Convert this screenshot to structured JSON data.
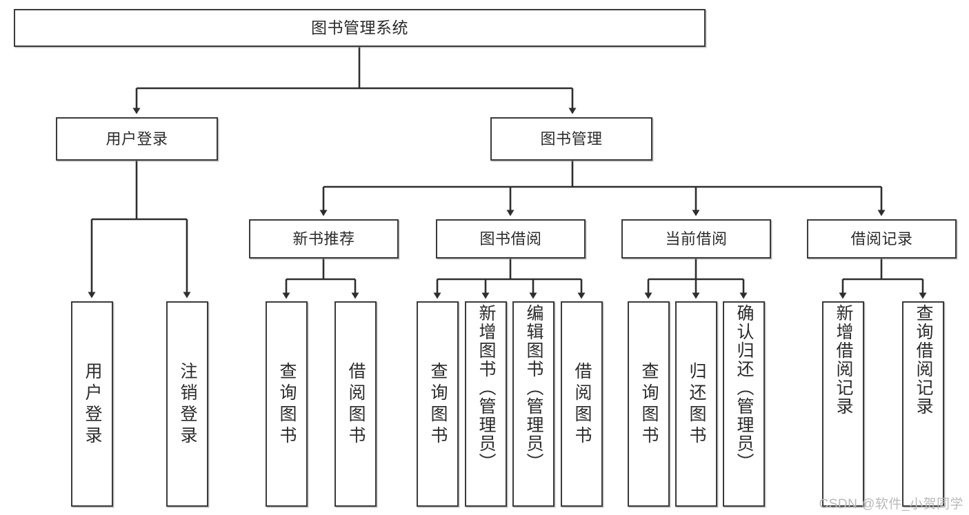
{
  "diagram": {
    "type": "tree-hierarchy-chart",
    "title": "图书管理系统",
    "root": {
      "id": "root",
      "label": "图书管理系统"
    },
    "level2": [
      {
        "id": "user-login",
        "label": "用户登录"
      },
      {
        "id": "book-management",
        "label": "图书管理"
      }
    ],
    "level3": [
      {
        "id": "new-book-recommend",
        "label": "新书推荐",
        "parent": "book-management"
      },
      {
        "id": "book-borrow",
        "label": "图书借阅",
        "parent": "book-management"
      },
      {
        "id": "current-borrow",
        "label": "当前借阅",
        "parent": "book-management"
      },
      {
        "id": "borrow-record",
        "label": "借阅记录",
        "parent": "book-management"
      }
    ],
    "leaves": {
      "user_login": [
        {
          "id": "leaf-user-login",
          "label": "用户登录"
        },
        {
          "id": "leaf-logout-login",
          "label": "注销登录"
        }
      ],
      "new_book_recommend": [
        {
          "id": "leaf-query-book-1",
          "label": "查询图书"
        },
        {
          "id": "leaf-borrow-book-1",
          "label": "借阅图书"
        }
      ],
      "book_borrow": [
        {
          "id": "leaf-query-book-2",
          "label": "查询图书"
        },
        {
          "id": "leaf-add-book",
          "label": "新增图书（管理员）"
        },
        {
          "id": "leaf-edit-book",
          "label": "编辑图书（管理员）"
        },
        {
          "id": "leaf-borrow-book-2",
          "label": "借阅图书"
        }
      ],
      "current_borrow": [
        {
          "id": "leaf-query-book-3",
          "label": "查询图书"
        },
        {
          "id": "leaf-return-book",
          "label": "归还图书"
        },
        {
          "id": "leaf-confirm-return",
          "label": "确认归还（管理员）"
        }
      ],
      "borrow_record": [
        {
          "id": "leaf-add-record",
          "label": "新增借阅记录"
        },
        {
          "id": "leaf-query-record",
          "label": "查询借阅记录"
        }
      ]
    }
  },
  "watermark": {
    "text": "CSDN @软件_小贺同学"
  },
  "colors": {
    "box_border": "#3a3a3a",
    "box_fill": "#ffffff",
    "line": "#2e2e2e",
    "text": "#2b2b2b",
    "watermark": "#b9b9b9",
    "page_background": "#ffffff"
  }
}
